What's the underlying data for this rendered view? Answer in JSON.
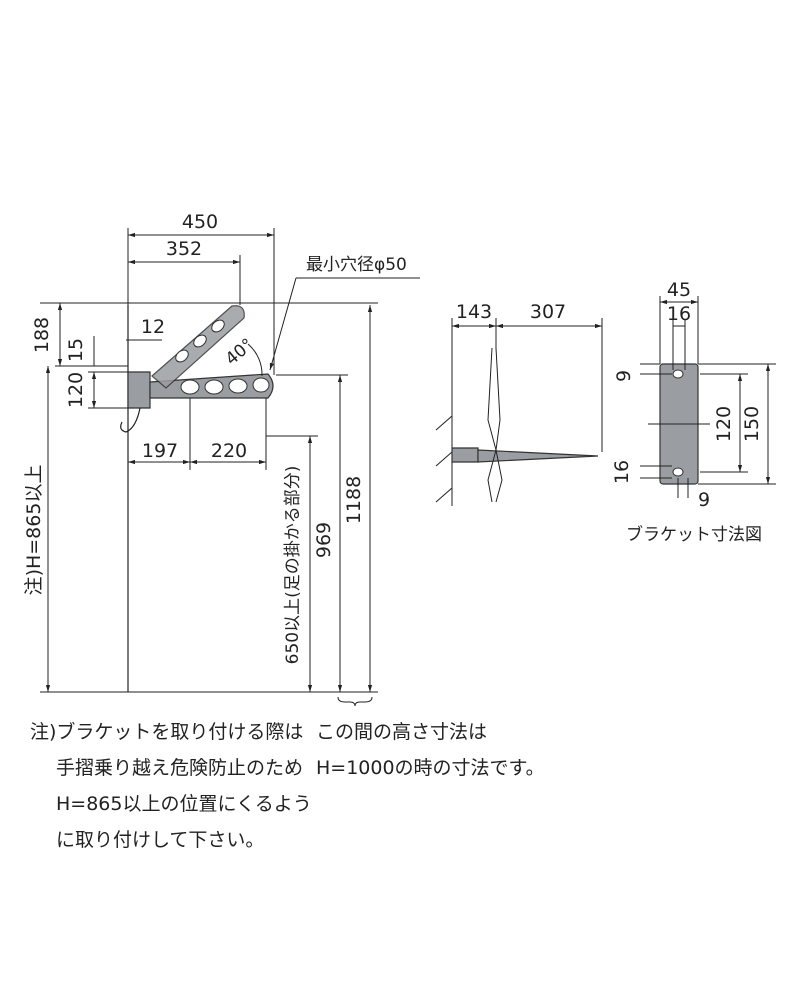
{
  "side_view": {
    "dims": {
      "d450": "450",
      "d352": "352",
      "d12": "12",
      "d188": "188",
      "d15": "15",
      "d120": "120",
      "d197": "197",
      "d220": "220",
      "angle": "40°",
      "d969": "969",
      "d1188": "1188"
    },
    "hole_label": "最小穴径φ50",
    "h_label": "注)H=865以上",
    "hook_label": "650以上(足の掛かる部分)"
  },
  "front_view": {
    "dims": {
      "d143": "143",
      "d307": "307"
    }
  },
  "bracket_view": {
    "dims": {
      "d45": "45",
      "d16_top": "16",
      "d9_top": "9",
      "d120": "120",
      "d150": "150",
      "d16_bottom": "16",
      "d9_bottom": "9"
    },
    "caption": "ブラケット寸法図"
  },
  "notes": {
    "left_lines": [
      "注)ブラケットを取り付ける際は",
      "手摺乗り越え危険防止のため",
      "H=865以上の位置にくるよう",
      "に取り付けして下さい。"
    ],
    "right_lines": [
      "この間の高さ寸法は",
      "H=1000の時の寸法です。"
    ]
  }
}
